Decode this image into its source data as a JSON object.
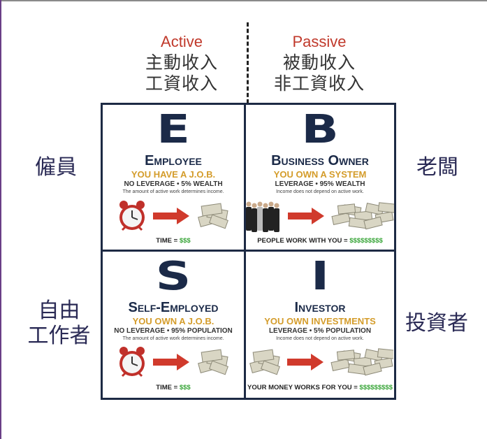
{
  "header": {
    "active": {
      "en": "Active",
      "zh1": "主動收入",
      "zh2": "工資收入"
    },
    "passive": {
      "en": "Passive",
      "zh1": "被動收入",
      "zh2": "非工資收入"
    }
  },
  "sides": {
    "employee": "僱員",
    "owner": "老闆",
    "self_line1": "自由",
    "self_line2": "工作者",
    "investor": "投資者"
  },
  "quadrants": [
    {
      "letter": "E",
      "title": "Employee",
      "sub": "YOU HAVE A J.O.B.",
      "lev": "NO LEVERAGE • 5% WEALTH",
      "note": "The amount of active work determines income.",
      "foot": "TIME = ",
      "foot_money": "$$$",
      "icon_left": "clock-icon",
      "icon_right": "money-icon"
    },
    {
      "letter": "B",
      "title": "Business Owner",
      "sub": "YOU OWN A SYSTEM",
      "lev": "LEVERAGE • 95% WEALTH",
      "note": "Income does not depend on active work.",
      "foot": "PEOPLE WORK WITH YOU = ",
      "foot_money": "$$$$$$$$$",
      "icon_left": "people-icon",
      "icon_right": "money-pile-icon"
    },
    {
      "letter": "S",
      "title": "Self-Employed",
      "sub": "YOU OWN A J.O.B.",
      "lev": "NO LEVERAGE • 95% POPULATION",
      "note": "The amount of active work determines income.",
      "foot": "TIME = ",
      "foot_money": "$$$",
      "icon_left": "clock-icon",
      "icon_right": "money-icon"
    },
    {
      "letter": "I",
      "title": "Investor",
      "sub": "YOU OWN INVESTMENTS",
      "lev": "LEVERAGE • 5% POPULATION",
      "note": "Income does not depend on active work.",
      "foot": "YOUR MONEY WORKS FOR YOU = ",
      "foot_money": "$$$$$$$$$",
      "icon_left": "money-icon",
      "icon_right": "money-pile-icon"
    }
  ],
  "colors": {
    "navy": "#1b2a48",
    "gold": "#d49c2a",
    "red": "#c0392b",
    "green": "#3aa63a"
  }
}
